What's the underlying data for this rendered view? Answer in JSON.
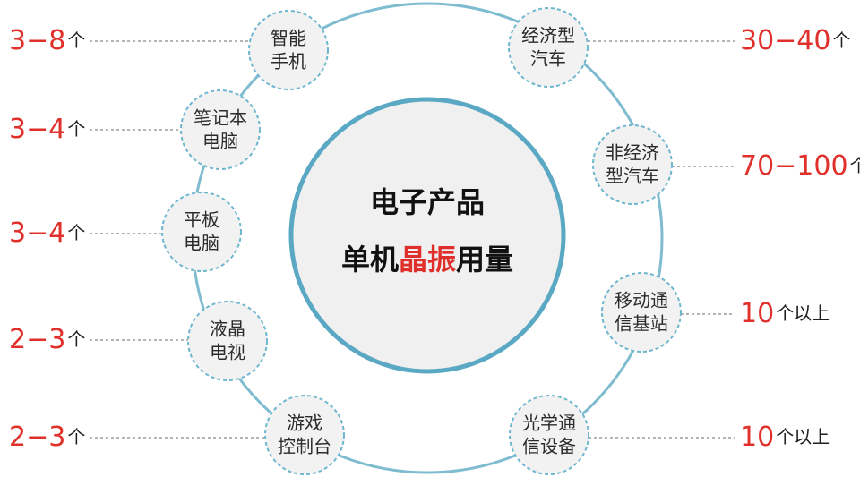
{
  "colors": {
    "ring": "#7fbcd0",
    "center_border": "#5aa8c3",
    "node_border": "#6fb6cf",
    "node_fill": "#f2f2f2",
    "center_fill": "#f0f0f0",
    "accent_red": "#e0302b",
    "text_dark": "#1f1f1f",
    "leader_line": "#888888"
  },
  "center": {
    "line1": "电子产品",
    "line2_prefix": "单机",
    "line2_highlight": "晶振",
    "line2_suffix": "用量"
  },
  "nodes": [
    {
      "id": "smartphone",
      "line1": "智能",
      "line2": "手机",
      "count_num": "3−8",
      "count_unit": "个"
    },
    {
      "id": "laptop",
      "line1": "笔记本",
      "line2": "电脑",
      "count_num": "3−4",
      "count_unit": "个"
    },
    {
      "id": "tablet",
      "line1": "平板",
      "line2": "电脑",
      "count_num": "3−4",
      "count_unit": "个"
    },
    {
      "id": "lcd-tv",
      "line1": "液晶",
      "line2": "电视",
      "count_num": "2−3",
      "count_unit": "个"
    },
    {
      "id": "game-console",
      "line1": "游戏",
      "line2": "控制台",
      "count_num": "2−3",
      "count_unit": "个"
    },
    {
      "id": "economy-car",
      "line1": "经济型",
      "line2": "汽车",
      "count_num": "30−40",
      "count_unit": "个"
    },
    {
      "id": "non-economy-car",
      "line1": "非经济",
      "line2": "型汽车",
      "count_num": "70−100",
      "count_unit": "个"
    },
    {
      "id": "mobile-base-station",
      "line1": "移动通",
      "line2": "信基站",
      "count_num": "10",
      "count_unit": "个以上"
    },
    {
      "id": "optical-comm",
      "line1": "光学通",
      "line2": "信设备",
      "count_num": "10",
      "count_unit": "个以上"
    }
  ]
}
